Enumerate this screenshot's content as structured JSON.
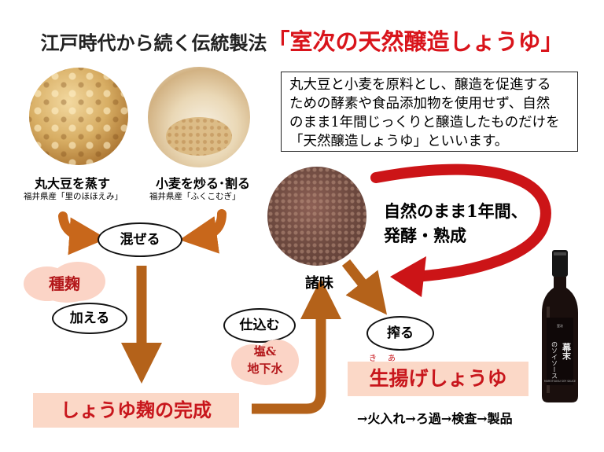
{
  "title": {
    "prefix": "江戸時代から続く伝統製法",
    "main": "「室次の天然醸造しょうゆ」"
  },
  "ingredients": [
    {
      "icon": "soybean-photo",
      "label": "丸大豆を蒸す",
      "origin": "福井県産「里のほほえみ」"
    },
    {
      "icon": "wheat-photo",
      "label": "小麦を炒る･割る",
      "origin": "福井県産「ふくこむぎ」"
    }
  ],
  "description": {
    "lines": [
      "丸大豆と小麦を原料とし、醸造を促進する",
      "ための酵素や食品添加物を使用せず、自然",
      "のまま1年間じっくりと醸造したものだけを",
      "「天然醸造しょうゆ」といいます。"
    ]
  },
  "steps": {
    "mix": "混ぜる",
    "koji": "種麹",
    "add": "加える",
    "koji_done": "しょうゆ麹の完成",
    "prepare": "仕込む",
    "salt_water": [
      "塩&",
      "地下水"
    ],
    "moromi": "諸味",
    "ferment": [
      "自然のまま1年間、",
      "発酵・熟成"
    ],
    "press": "搾る",
    "raw_soy_sauce": "生揚げしょうゆ",
    "furigana": [
      "き",
      "あ"
    ],
    "final_process": "→火入れ→ろ過→検査→製品"
  },
  "bottle": {
    "label": "幕末のソイソース",
    "brand": "MUROTSUGU SOY SAUCE"
  },
  "colors": {
    "title_red": "#d9141b",
    "arrow_orange": "#c8671b",
    "arrow_brown": "#b4621a",
    "arrow_red": "#cc1417",
    "banner_pink": "#fbd8c7",
    "banner_text": "#c8161c"
  }
}
